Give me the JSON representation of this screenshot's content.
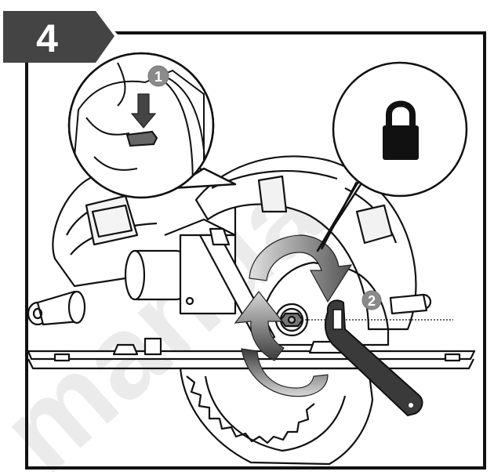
{
  "step": {
    "number": "4"
  },
  "callouts": [
    {
      "number": "1",
      "action": "press-spindle-lock"
    },
    {
      "number": "2",
      "action": "turn-wrench"
    }
  ],
  "lock_icon": {
    "name": "padlock-icon",
    "meaning": "locked"
  },
  "watermark": {
    "text": "manua"
  },
  "colors": {
    "step_tab": "#444444",
    "line": "#111111",
    "tool_fill": "#ffffff",
    "callout_badge": "#8a8a8a",
    "arrow_gradient_dark": "#3a3a3a",
    "arrow_gradient_light": "#dcdcdc",
    "watermark": "#e6e6e6",
    "lock": "#111111"
  }
}
